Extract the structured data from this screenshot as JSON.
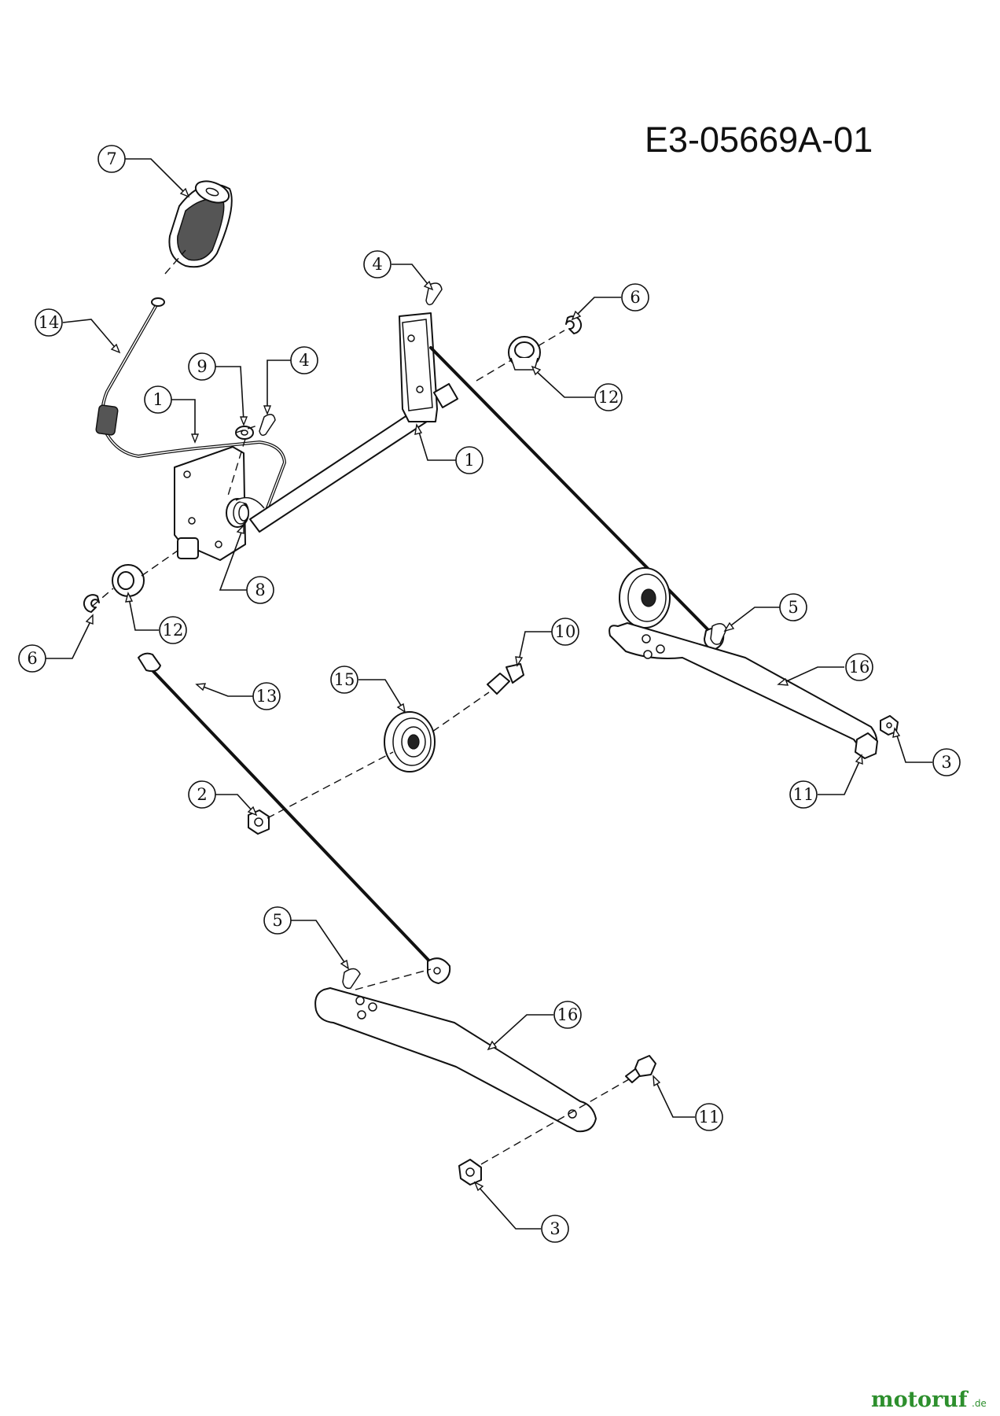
{
  "drawing_number": "E3-05669A-01",
  "watermark": {
    "brand": "motoruf",
    "tld": ".de"
  },
  "callouts": [
    {
      "id": "c7",
      "label": "7"
    },
    {
      "id": "c14",
      "label": "14"
    },
    {
      "id": "c4a",
      "label": "4"
    },
    {
      "id": "c6a",
      "label": "6"
    },
    {
      "id": "c9",
      "label": "9"
    },
    {
      "id": "c4b",
      "label": "4"
    },
    {
      "id": "c1a",
      "label": "1"
    },
    {
      "id": "c12a",
      "label": "12"
    },
    {
      "id": "c1b",
      "label": "1"
    },
    {
      "id": "c8",
      "label": "8"
    },
    {
      "id": "c12b",
      "label": "12"
    },
    {
      "id": "c6b",
      "label": "6"
    },
    {
      "id": "c5a",
      "label": "5"
    },
    {
      "id": "c10",
      "label": "10"
    },
    {
      "id": "c16a",
      "label": "16"
    },
    {
      "id": "c15",
      "label": "15"
    },
    {
      "id": "c13",
      "label": "13"
    },
    {
      "id": "c3a",
      "label": "3"
    },
    {
      "id": "c11a",
      "label": "11"
    },
    {
      "id": "c2",
      "label": "2"
    },
    {
      "id": "c5b",
      "label": "5"
    },
    {
      "id": "c16b",
      "label": "16"
    },
    {
      "id": "c11b",
      "label": "11"
    },
    {
      "id": "c3b",
      "label": "3"
    }
  ]
}
